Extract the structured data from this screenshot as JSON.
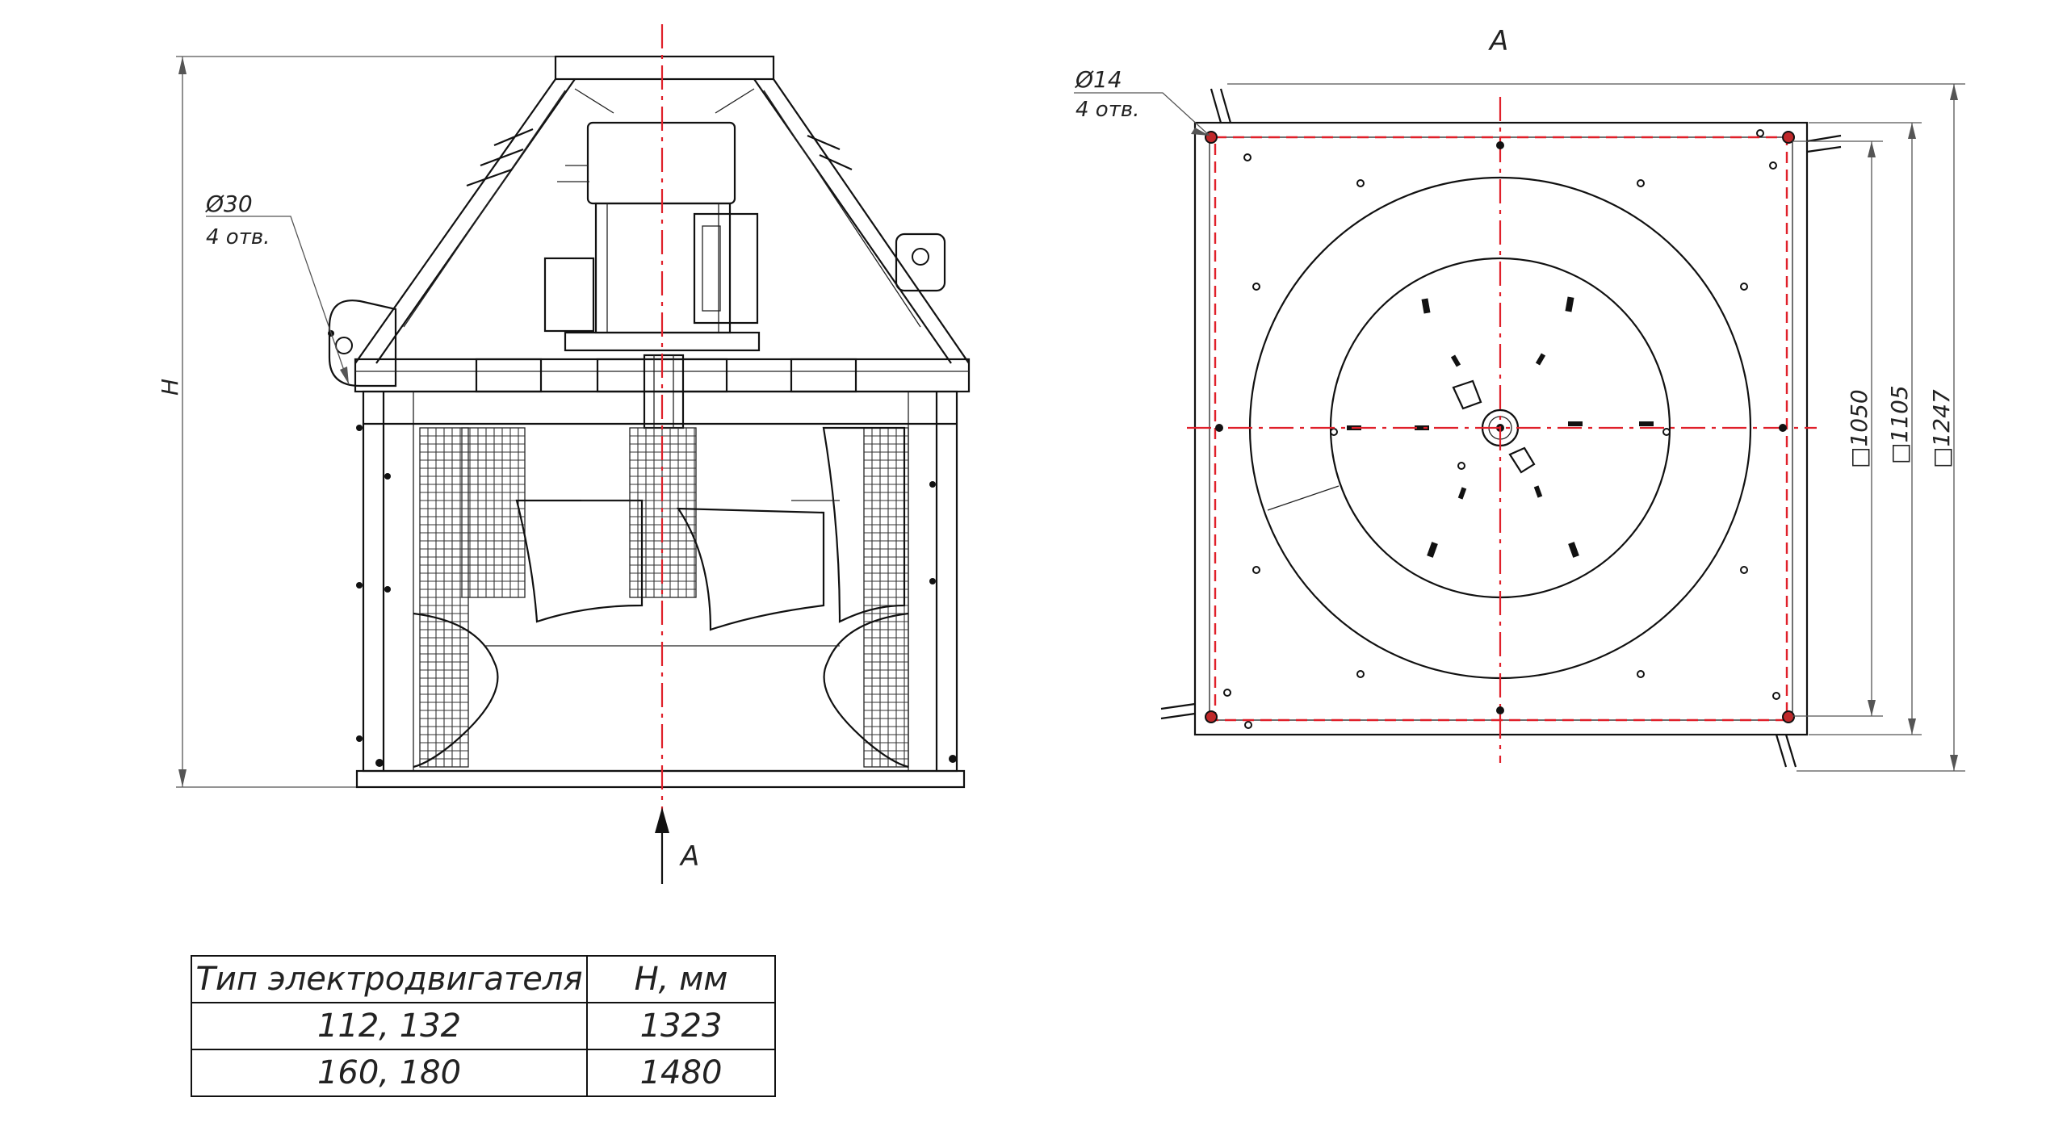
{
  "side_view": {
    "dim_height_label": "H",
    "hole_diameter": "Ø30",
    "hole_count": "4 отв.",
    "view_arrow_label": "A"
  },
  "top_view": {
    "view_title": "A",
    "hole_diameter": "Ø14",
    "hole_count": "4 отв.",
    "dim_inner": "□1050",
    "dim_middle": "□1105",
    "dim_outer": "□1247"
  },
  "table": {
    "headers": [
      "Тип электродвигателя",
      "H, мм"
    ],
    "rows": [
      [
        "112, 132",
        "1323"
      ],
      [
        "160, 180",
        "1480"
      ]
    ]
  }
}
